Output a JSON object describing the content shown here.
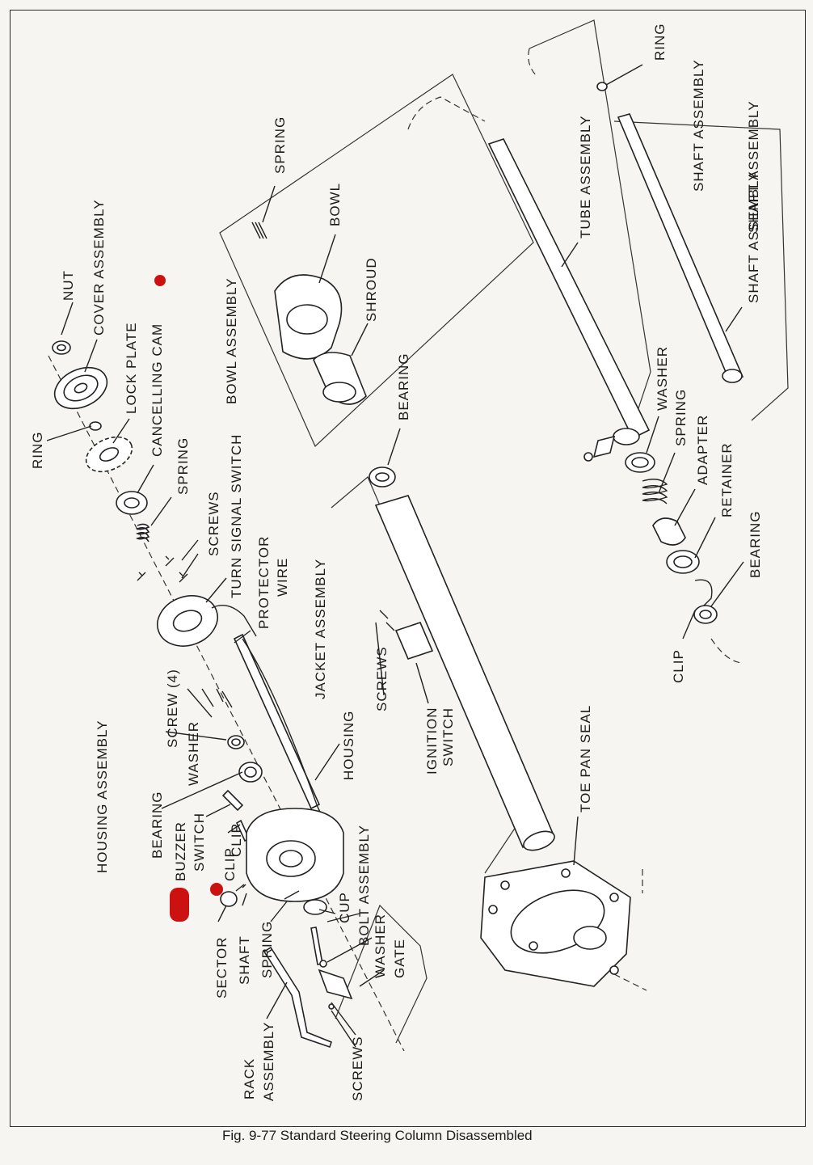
{
  "caption": "Fig. 9-77 Standard Steering Column Disassembled",
  "labels": {
    "nut": "NUT",
    "cover_assembly": "COVER ASSEMBLY",
    "ring_top": "RING",
    "lock_plate": "LOCK PLATE",
    "cancelling_cam": "CANCELLING CAM",
    "spring_cam": "SPRING",
    "screws_tss": "SCREWS",
    "turn_signal_switch": "TURN SIGNAL SWITCH",
    "protector": "PROTECTOR",
    "wire": "WIRE",
    "screw_4": "SCREW (4)",
    "washer_housing": "WASHER",
    "housing_assembly": "HOUSING ASSEMBLY",
    "bearing_housing": "BEARING",
    "buzzer": "BUZZER",
    "switch_buzzer": "SWITCH",
    "clip_buzzer": "CLIP",
    "clip_housing": "CLIP",
    "housing": "HOUSING",
    "sector": "SECTOR",
    "shaft_sector": "SHAFT",
    "spring_rack": "SPRING",
    "rack": "RACK",
    "rack_assembly": "ASSEMBLY",
    "screws_gate": "SCREWS",
    "gate": "GATE",
    "washer_bolt": "WASHER",
    "bolt_assembly": "BOLT ASSEMBLY",
    "cup": "CUP",
    "bowl_assembly": "BOWL ASSEMBLY",
    "spring_bowl": "SPRING",
    "bowl": "BOWL",
    "shroud": "SHROUD",
    "bearing_jacket": "BEARING",
    "jacket_assembly": "JACKET ASSEMBLY",
    "screws_ignition": "SCREWS",
    "ignition": "IGNITION",
    "switch_ignition": "SWITCH",
    "toe_pan_seal": "TOE PAN SEAL",
    "tube_assembly": "TUBE ASSEMBLY",
    "ring_shaft": "RING",
    "shaft_assembly_top": "SHAFT ASSEMBLY",
    "shaft_assembly_a": "SHAFT ASSEMBLY",
    "shaft_assembly_b": "SHAFT ASSEMBLY",
    "washer_lower": "WASHER",
    "spring_lower": "SPRING",
    "adapter": "ADAPTER",
    "retainer": "RETAINER",
    "bearing_lower": "BEARING",
    "clip_lower": "CLIP"
  },
  "colors": {
    "ink": "#1b1b1b",
    "paper": "#f6f5f1",
    "red_mark": "#cc1111"
  }
}
